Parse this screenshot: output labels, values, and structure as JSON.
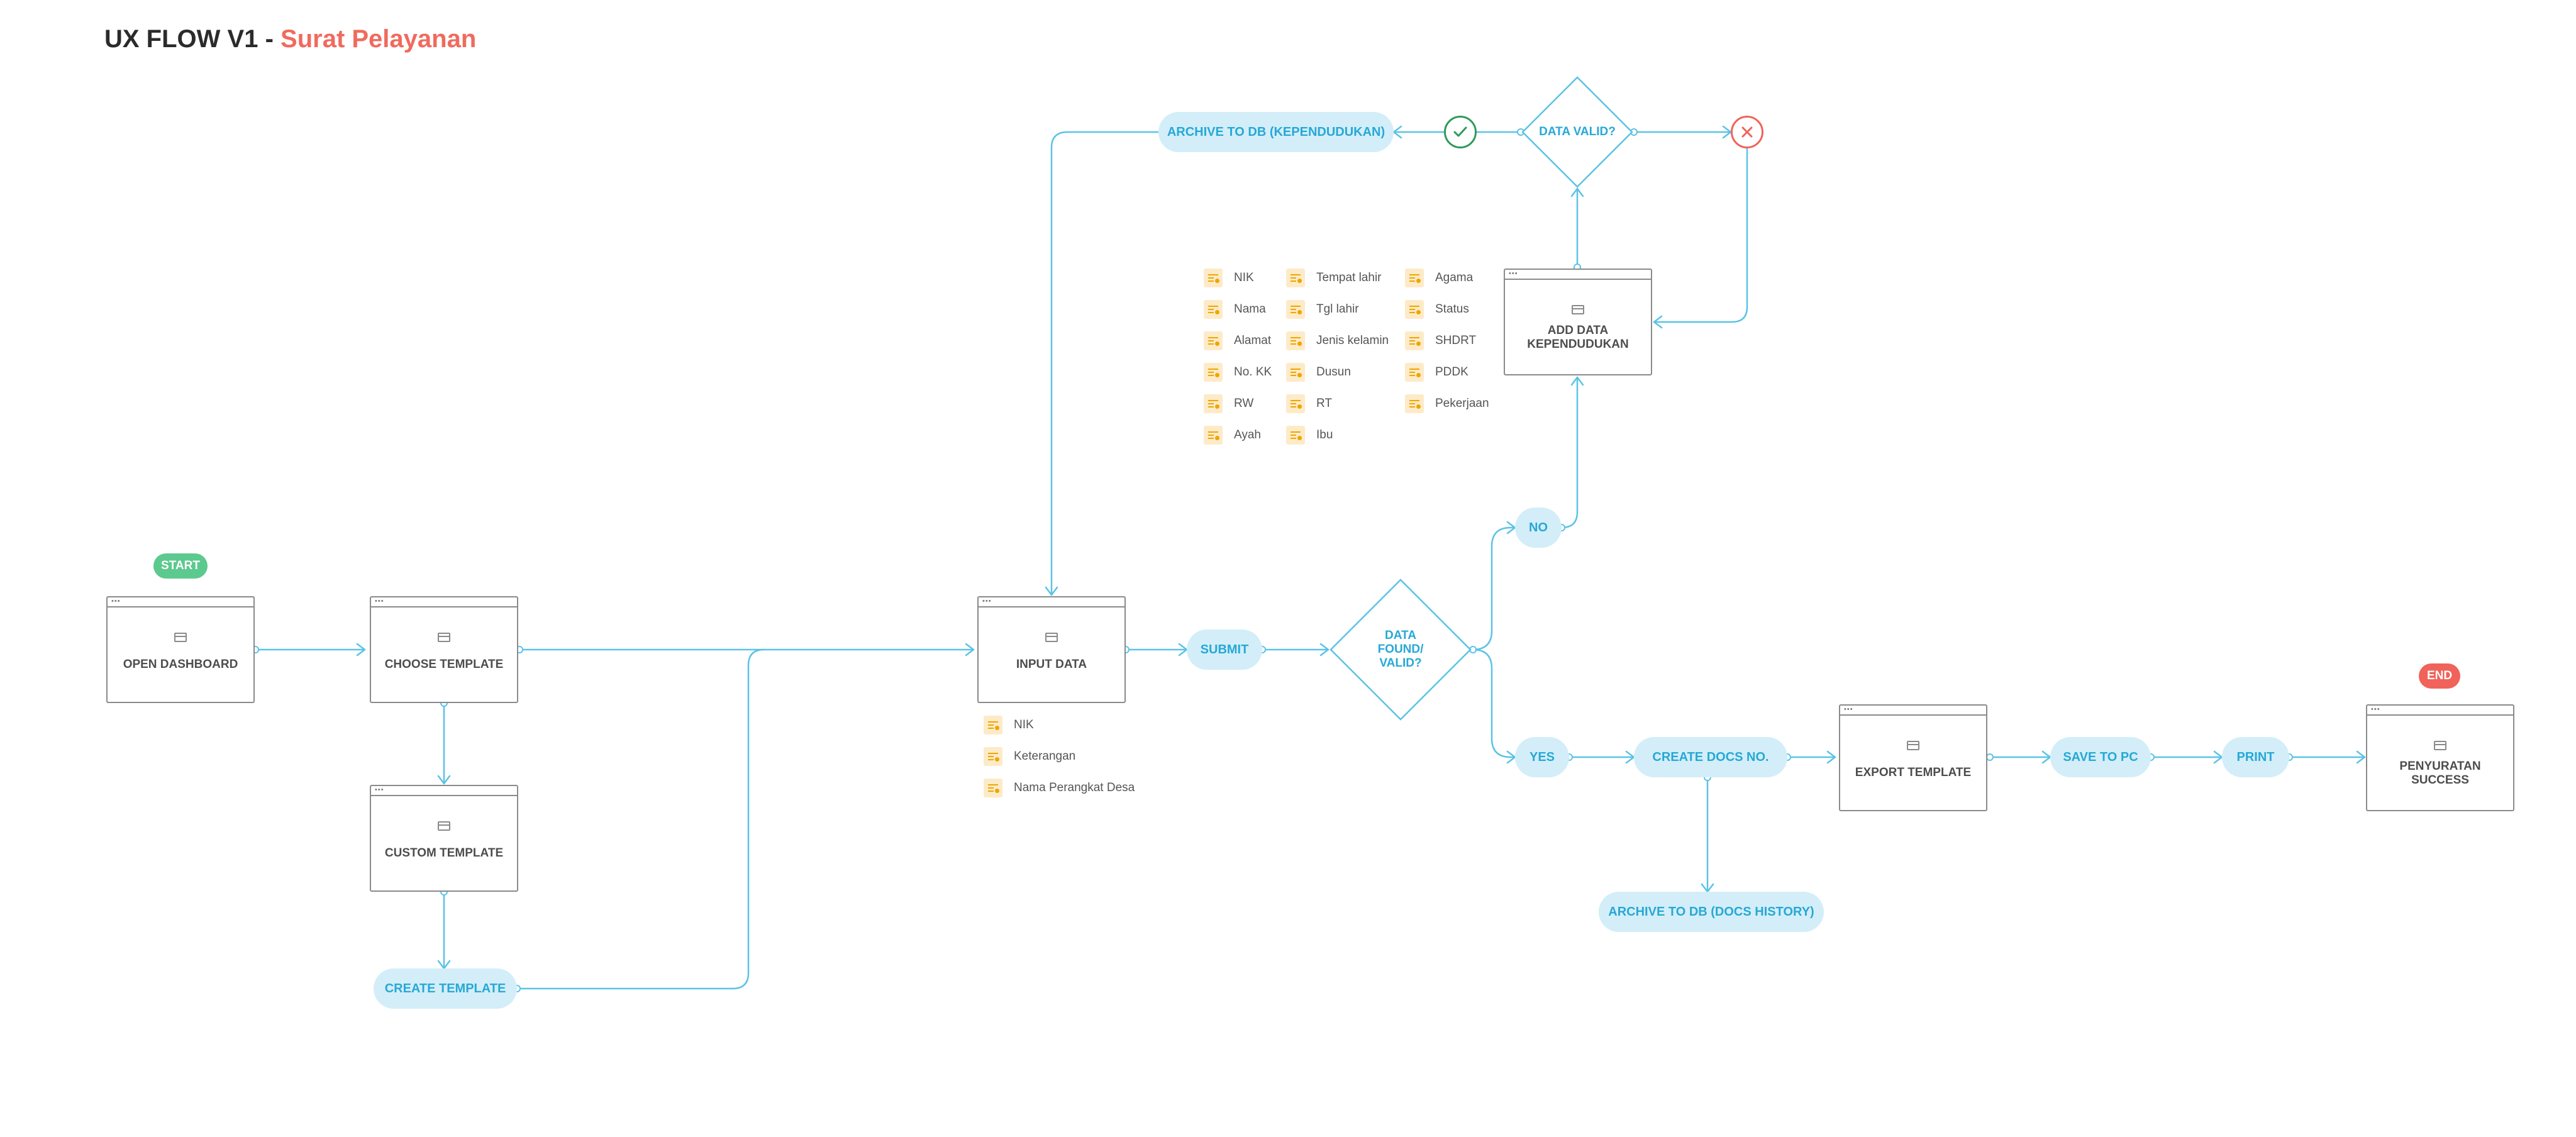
{
  "title": {
    "main": "UX FLOW V1 -",
    "sub": "Surat Pelayanan"
  },
  "badges": {
    "start": "START",
    "end": "END"
  },
  "screens": {
    "open_dashboard": "OPEN DASHBOARD",
    "choose_template": "CHOOSE TEMPLATE",
    "custom_template": "CUSTOM TEMPLATE",
    "input_data": "INPUT DATA",
    "add_data": "ADD DATA KEPENDUDUKAN",
    "export_template": "EXPORT TEMPLATE",
    "penyuratan_success": "PENYURATAN SUCCESS"
  },
  "pills": {
    "create_template": "CREATE TEMPLATE",
    "submit": "SUBMIT",
    "no": "NO",
    "yes": "YES",
    "create_docs": "CREATE DOCS NO.",
    "archive_docs": "ARCHIVE TO DB (DOCS HISTORY)",
    "save_pc": "SAVE TO PC",
    "print": "PRINT",
    "archive_kependudukan": "ARCHIVE TO DB (KEPENDUDUKAN)"
  },
  "decisions": {
    "data_found": "DATA FOUND/ VALID?",
    "data_valid": "DATA VALID?"
  },
  "input_fields": [
    "NIK",
    "Keterangan",
    "Nama Perangkat Desa"
  ],
  "kependudukan_fields": [
    [
      "NIK",
      "Nama",
      "Alamat",
      "No. KK",
      "RW",
      "Ayah"
    ],
    [
      "Tempat lahir",
      "Tgl lahir",
      "Jenis kelamin",
      "Dusun",
      "RT",
      "Ibu"
    ],
    [
      "Agama",
      "Status",
      "SHDRT",
      "PDDK",
      "Pekerjaan"
    ]
  ],
  "colors": {
    "connector": "#5bc3e6",
    "pill_bg": "#d3eef8",
    "pill_text": "#27a8d6",
    "start": "#5cc98e",
    "end": "#f0625a",
    "check": "#2e9a5a",
    "cross": "#f0625a"
  },
  "icons": {
    "screen": "window-icon",
    "field": "field-icon",
    "valid": "check-icon",
    "invalid": "close-icon"
  }
}
